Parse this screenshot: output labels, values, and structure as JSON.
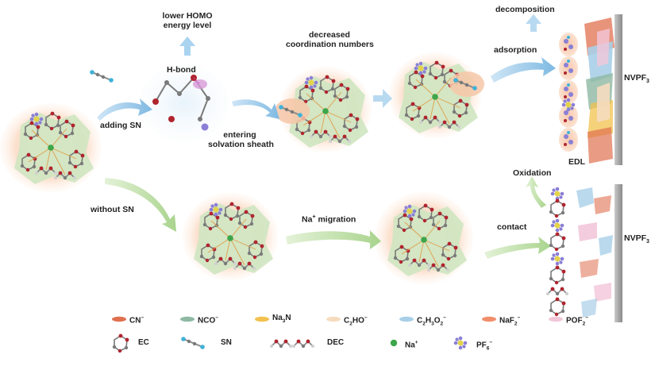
{
  "labels": {
    "lower_homo": "lower HOMO",
    "energy_level": "energy level",
    "h_bond": "H-bond",
    "adding_sn": "adding SN",
    "decreased": "decreased",
    "coordination_numbers": "coordination numbers",
    "entering": "entering",
    "solvation_sheath": "solvation sheath",
    "decomposition": "decomposition",
    "adsorption": "adsorption",
    "edl": "EDL",
    "oxidation": "Oxidation",
    "without_sn": "without SN",
    "na_migration_base": "Na",
    "na_migration_sup": "+",
    "na_migration_rest": " migration",
    "contact": "contact",
    "nvpf_base": "NVPF",
    "nvpf_sub": "3"
  },
  "legend_species": [
    {
      "base": "CN",
      "sup": "−",
      "color": "#e0704f"
    },
    {
      "base": "NCO",
      "sup": "−",
      "color": "#8fb8a3"
    },
    {
      "base": "Na",
      "sub": "3",
      "after": "N",
      "color": "#f2c14e"
    },
    {
      "base": "C",
      "sub": "2",
      "after": "HO",
      "sup": "−",
      "color": "#f6dcbf"
    },
    {
      "base": "C",
      "sub": "2",
      "after": "H",
      "sub2": "3",
      "after2": "O",
      "sub3": "2",
      "sup": "−",
      "color": "#a9cfe8"
    },
    {
      "base": "NaF",
      "sub": "2",
      "sup": "−",
      "color": "#f08e6c"
    },
    {
      "base": "POF",
      "sub": "2",
      "sup": "−",
      "color": "#f2c6d9"
    }
  ],
  "legend_molecules": [
    {
      "name": "EC"
    },
    {
      "name": "SN"
    },
    {
      "name": "DEC"
    },
    {
      "name": "Na",
      "sup": "+"
    },
    {
      "name": "PF",
      "sub": "6",
      "sup": "−"
    }
  ],
  "colors": {
    "arrow_blue": "#8ec3e6",
    "arrow_green": "#b9dca0",
    "sheath_green": "#cfe5c1",
    "halo_orange": "#f8d9c4",
    "na_green": "#3da64a",
    "oxygen_red": "#b0242e",
    "carbon_gray": "#7a7a7a",
    "sn_blue": "#3fb1d8",
    "pf6_yellow": "#e5d34a",
    "pf6_purple": "#8a7fd6"
  }
}
